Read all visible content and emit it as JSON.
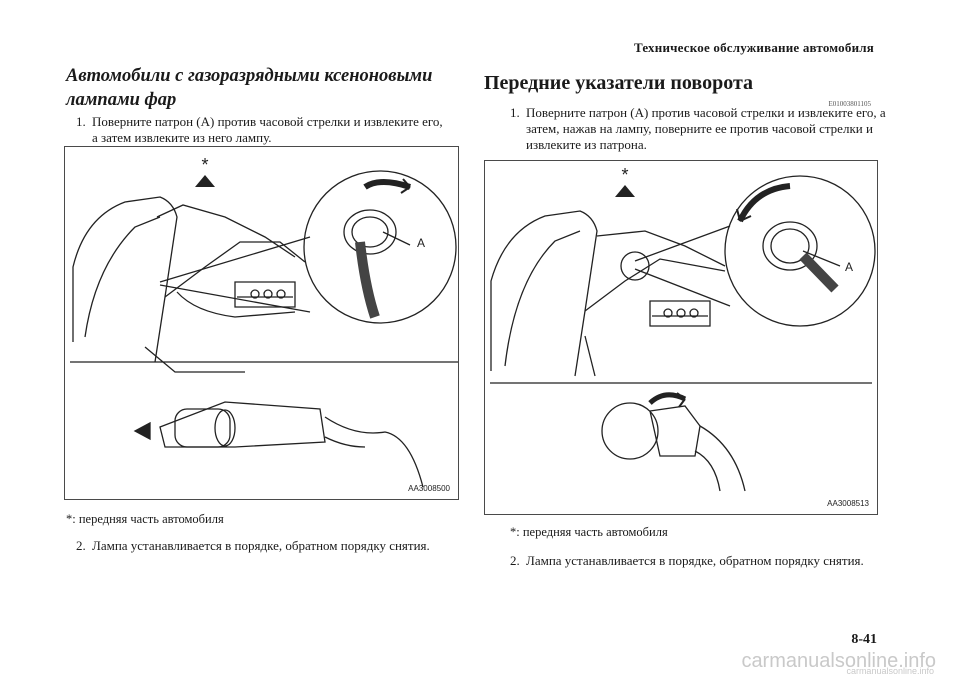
{
  "header": {
    "section_title": "Техническое обслуживание автомобиля"
  },
  "left": {
    "title": "Автомобили с газоразрядными ксеноновыми лампами фар",
    "step1_num": "1.",
    "step1_line1": "Поверните патрон (А) против часовой стрелки и извлеките его,",
    "step1_line2": "а затем извлеките из него лампу.",
    "figure": {
      "star": "*",
      "label_a": "A",
      "code": "AA3008500"
    },
    "note": "*: передняя часть автомобиля",
    "step2_num": "2.",
    "step2_text": "Лампа устанавливается в порядке, обратном порядку снятия."
  },
  "right": {
    "title": "Передние указатели поворота",
    "code": "E01003801105",
    "step1_num": "1.",
    "step1_line1": "Поверните патрон (А) против часовой стрелки и извлеките его, а",
    "step1_line2": "затем, нажав на лампу, поверните ее против часовой стрелки и",
    "step1_line3": "извлеките из патрона.",
    "figure": {
      "star": "*",
      "label_a": "A",
      "code": "AA3008513"
    },
    "note": "*: передняя часть автомобиля",
    "step2_num": "2.",
    "step2_text": "Лампа устанавливается в порядке, обратном порядку снятия."
  },
  "page_number": "8-41",
  "watermark": {
    "main": "carmanualsonline.info",
    "small": "carmanualsonline.info"
  }
}
